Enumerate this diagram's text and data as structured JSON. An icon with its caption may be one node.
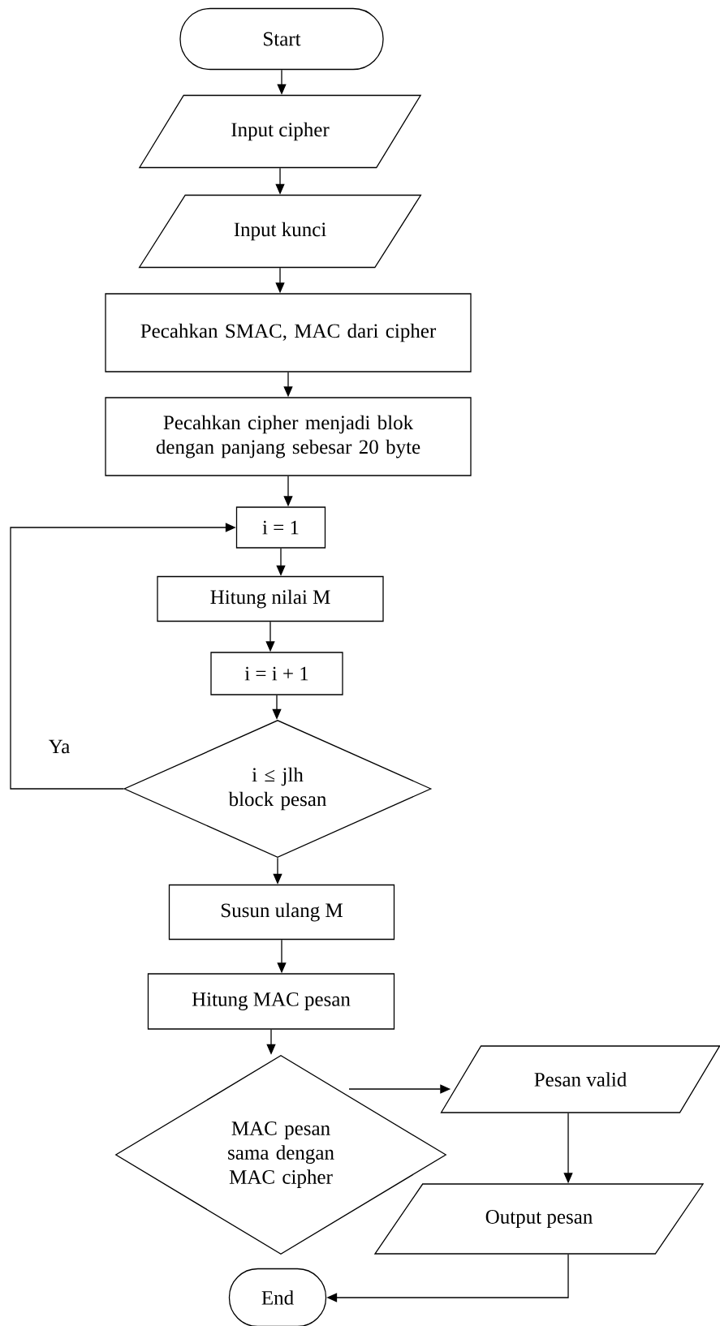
{
  "diagram": {
    "nodes": [
      {
        "text": [
          "Start"
        ]
      },
      {
        "text": [
          "Input cipher"
        ]
      },
      {
        "text": [
          "Input kunci"
        ]
      },
      {
        "text": [
          "Pecahkan SMAC, MAC dari cipher"
        ]
      },
      {
        "text": [
          "Pecahkan cipher menjadi blok dengan panjang sebesar 20 byte"
        ]
      },
      {
        "text": [
          "i = 1"
        ]
      },
      {
        "text": [
          "Hitung nilai M"
        ]
      },
      {
        "text": [
          "i = i + 1"
        ]
      },
      {
        "text": [
          "i ≤ jlh block pesan"
        ]
      },
      {
        "text": [
          "Susun ulang M"
        ]
      },
      {
        "text": [
          "Hitung MAC pesan"
        ]
      },
      {
        "text": [
          "MAC pesan sama dengan MAC cipher"
        ]
      },
      {
        "text": [
          "Pesan valid"
        ]
      },
      {
        "text": [
          "Output pesan"
        ]
      },
      {
        "text": [
          "End"
        ]
      }
    ],
    "edges": [
      {
        "from": 0,
        "to": 1,
        "arrow": "to"
      },
      {
        "from": 1,
        "to": 2,
        "arrow": "to"
      },
      {
        "from": 2,
        "to": 3,
        "arrow": "to"
      },
      {
        "from": 3,
        "to": 4,
        "arrow": "to"
      },
      {
        "from": 4,
        "to": 5,
        "arrow": "to"
      },
      {
        "from": 5,
        "to": 6,
        "arrow": "to"
      },
      {
        "from": 6,
        "to": 7,
        "arrow": "to"
      },
      {
        "from": 7,
        "to": 8,
        "arrow": "to"
      },
      {
        "from": 8,
        "to": 5,
        "arrow": "to",
        "label": "Ya"
      },
      {
        "from": 8,
        "to": 9,
        "arrow": "to"
      },
      {
        "from": 9,
        "to": 10,
        "arrow": "to"
      },
      {
        "from": 10,
        "to": 11,
        "arrow": "to"
      },
      {
        "from": 11,
        "to": 12,
        "arrow": "to"
      },
      {
        "from": 12,
        "to": 13,
        "arrow": "to"
      },
      {
        "from": 13,
        "to": 14,
        "arrow": "to"
      }
    ]
  }
}
